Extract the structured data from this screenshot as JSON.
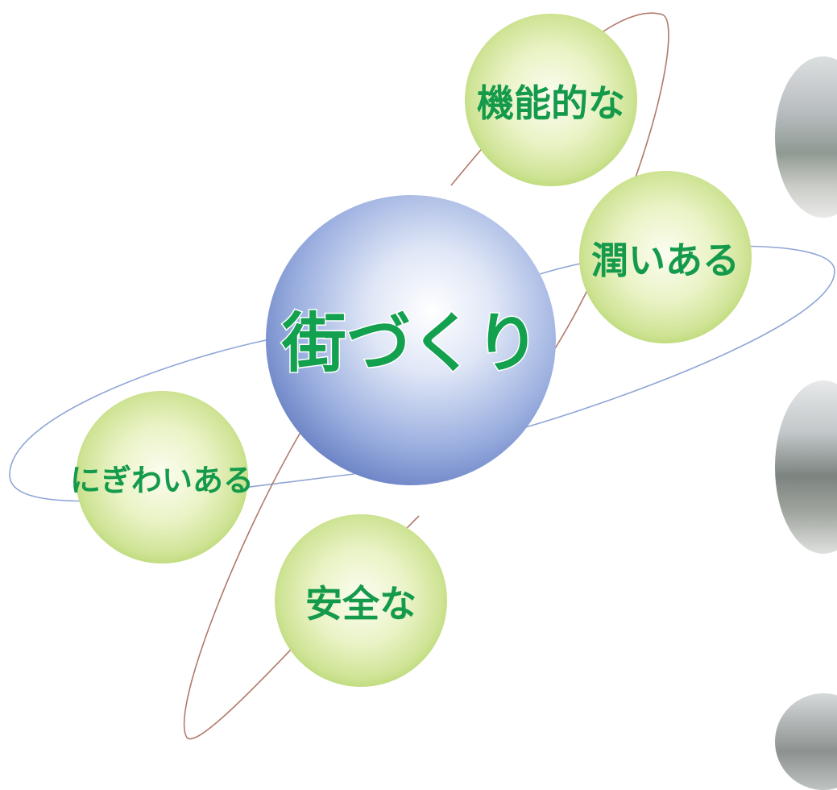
{
  "center": {
    "label": "街づくり"
  },
  "satellites": [
    {
      "id": "kinouteki",
      "label": "機能的な"
    },
    {
      "id": "uruoi",
      "label": "潤いある"
    },
    {
      "id": "nigiwai",
      "label": "にぎわいある"
    },
    {
      "id": "anzen",
      "label": "安全な"
    }
  ],
  "colors": {
    "center_sphere_edge": "#6f86c7",
    "center_sphere_highlight": "#ffffff",
    "satellite_edge": "#b9d873",
    "satellite_highlight": "#fbfdf0",
    "label_text": "#159a4c",
    "orbit_blue": "#8ea6d6",
    "orbit_brown": "#b07a6a"
  }
}
